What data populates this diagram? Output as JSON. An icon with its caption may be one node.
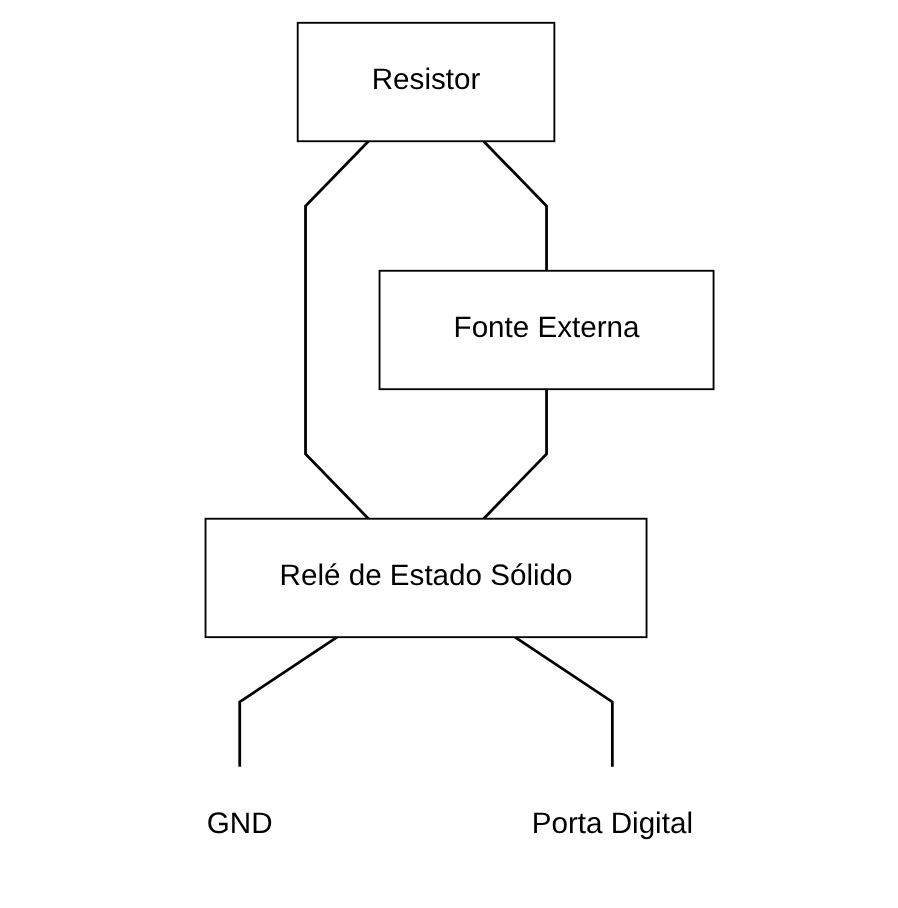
{
  "diagram": {
    "nodes": [
      {
        "text": [
          "Resistor"
        ]
      },
      {
        "text": [
          "Fonte Externa"
        ]
      },
      {
        "text": [
          "Relé de Estado Sólido"
        ]
      },
      {
        "text": [
          "GND"
        ]
      },
      {
        "text": [
          "Porta Digital"
        ]
      }
    ],
    "edges": [
      {
        "from": 0,
        "to": 1,
        "arrow": "none"
      },
      {
        "from": 0,
        "to": 2,
        "arrow": "none"
      },
      {
        "from": 1,
        "to": 2,
        "arrow": "none"
      },
      {
        "from": 2,
        "to": 3,
        "arrow": "none"
      },
      {
        "from": 2,
        "to": 4,
        "arrow": "none"
      }
    ]
  }
}
